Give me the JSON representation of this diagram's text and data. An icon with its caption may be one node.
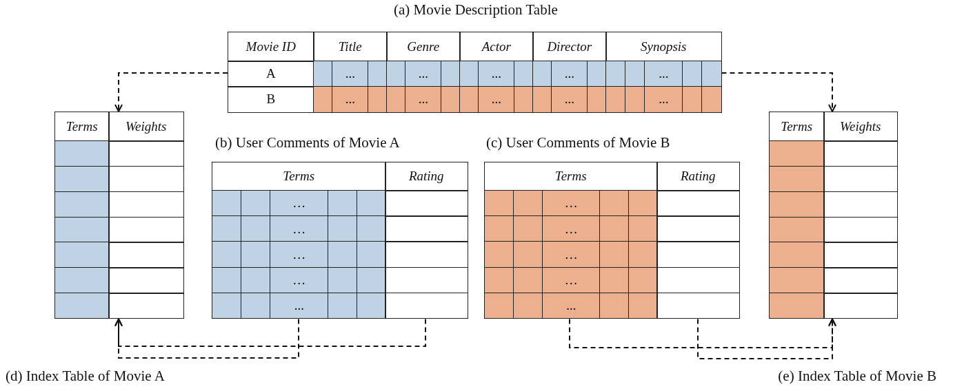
{
  "diagram": {
    "nodes": [
      {
        "text": [
          "Movie ID",
          "Title",
          "Genre",
          "Actor",
          "Director",
          "Synopsis",
          "A",
          "...",
          "...",
          "...",
          "...",
          "...",
          "B",
          "...",
          "...",
          "...",
          "...",
          "..."
        ],
        "beside": [
          "(a) Movie Description Table"
        ]
      },
      {
        "text": [
          "Terms",
          "Weights"
        ],
        "beside": [
          "(d) Index Table of Movie A"
        ]
      },
      {
        "text": [
          "Terms",
          "Rating",
          "…",
          "…",
          "…",
          "…",
          "..."
        ],
        "beside": [
          "(b) User Comments of Movie A"
        ]
      },
      {
        "text": [
          "Terms",
          "Rating",
          "…",
          "…",
          "…",
          "…",
          "..."
        ],
        "beside": [
          "(c) User Comments of Movie B"
        ]
      },
      {
        "text": [
          "Terms",
          "Weights"
        ],
        "beside": [
          "(e) Index Table of Movie B"
        ]
      }
    ],
    "edges": [
      {
        "from": 0,
        "to": 1,
        "arrow": "to",
        "style": "dashed"
      },
      {
        "from": 0,
        "to": 4,
        "arrow": "to",
        "style": "dashed"
      },
      {
        "from": 2,
        "to": 1,
        "arrow": "to",
        "style": "dashed"
      },
      {
        "from": 2,
        "to": 1,
        "arrow": "to",
        "style": "dashed"
      },
      {
        "from": 3,
        "to": 4,
        "arrow": "to",
        "style": "dashed"
      },
      {
        "from": 3,
        "to": 4,
        "arrow": "to",
        "style": "dashed"
      }
    ]
  }
}
